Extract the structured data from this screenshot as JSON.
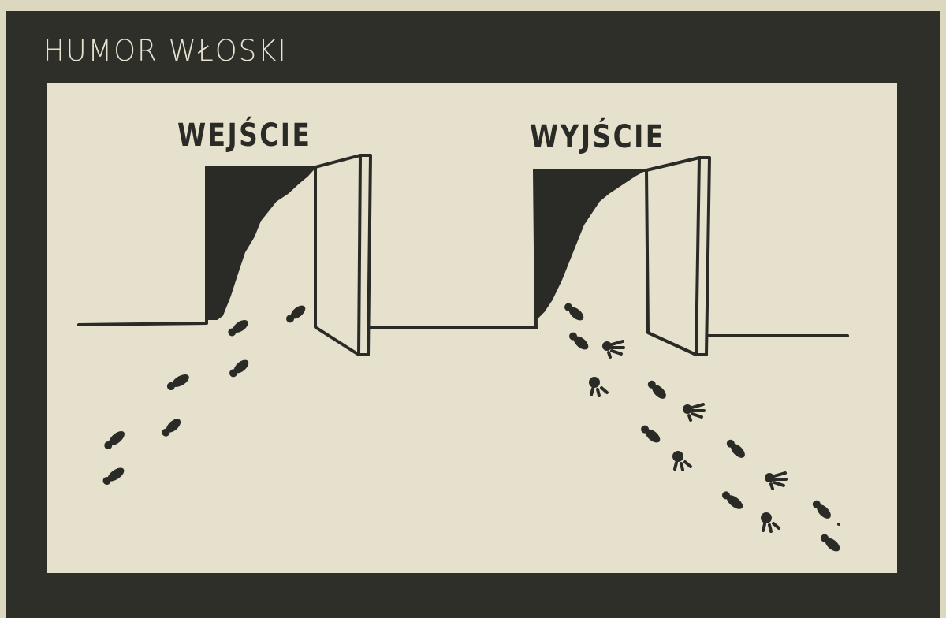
{
  "page": {
    "title": "HUMOR WŁOSKI",
    "colors": {
      "paper": "#dcd7bf",
      "frame": "#2f2f2a",
      "panel": "#e6e1cc",
      "ink": "#2a2a26",
      "title_text": "#e8e3cf"
    }
  },
  "cartoon": {
    "left_door": {
      "sign": "WEJŚCIE",
      "tracks": "shoe prints walking in"
    },
    "right_door": {
      "sign": "WYJŚCIE",
      "tracks": "shoe prints and paw prints walking out"
    }
  }
}
